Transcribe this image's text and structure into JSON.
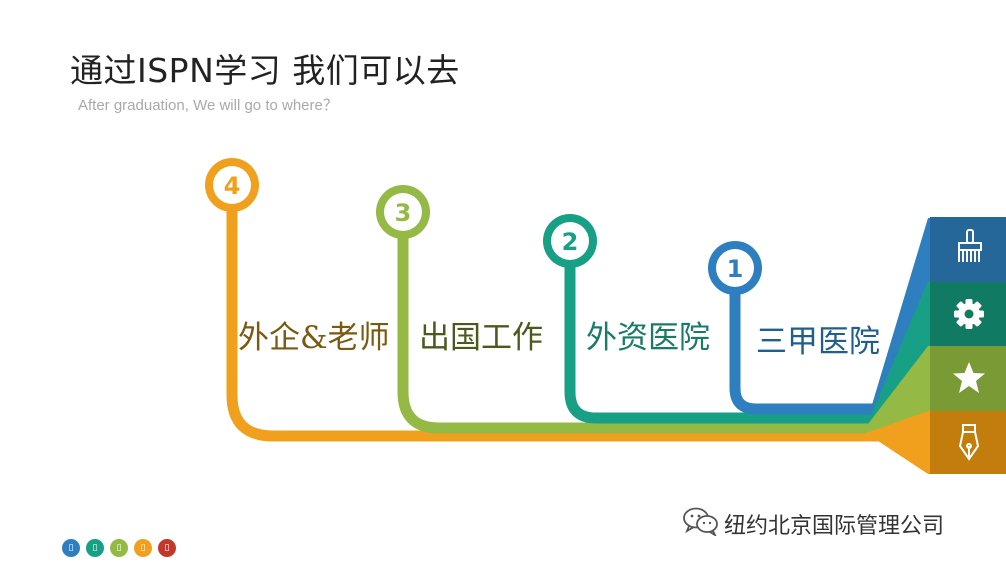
{
  "slide": {
    "title": "通过ISPN学习 我们可以去",
    "subtitle": "After graduation, We will go to where？"
  },
  "steps": [
    {
      "number": "4",
      "label": "外企&老师",
      "color": "#f0a01c"
    },
    {
      "number": "3",
      "label": "出国工作",
      "color": "#94b944"
    },
    {
      "number": "2",
      "label": "外资医院",
      "color": "#17a085"
    },
    {
      "number": "1",
      "label": "三甲医院",
      "color": "#2e7fbf"
    }
  ],
  "side_icons": [
    {
      "icon": "brush-icon",
      "color": "#26679a"
    },
    {
      "icon": "gear-icon",
      "color": "#117a62"
    },
    {
      "icon": "star-icon",
      "color": "#7a9a36"
    },
    {
      "icon": "pen-nib-icon",
      "color": "#c27d0d"
    }
  ],
  "watermark": {
    "text": "纽约北京国际管理公司",
    "icon": "wechat-icon"
  },
  "footer_dots": [
    {
      "color": "#2e7fbf"
    },
    {
      "color": "#17a085"
    },
    {
      "color": "#94b944"
    },
    {
      "color": "#f0a01c"
    },
    {
      "color": "#c0392b"
    }
  ]
}
